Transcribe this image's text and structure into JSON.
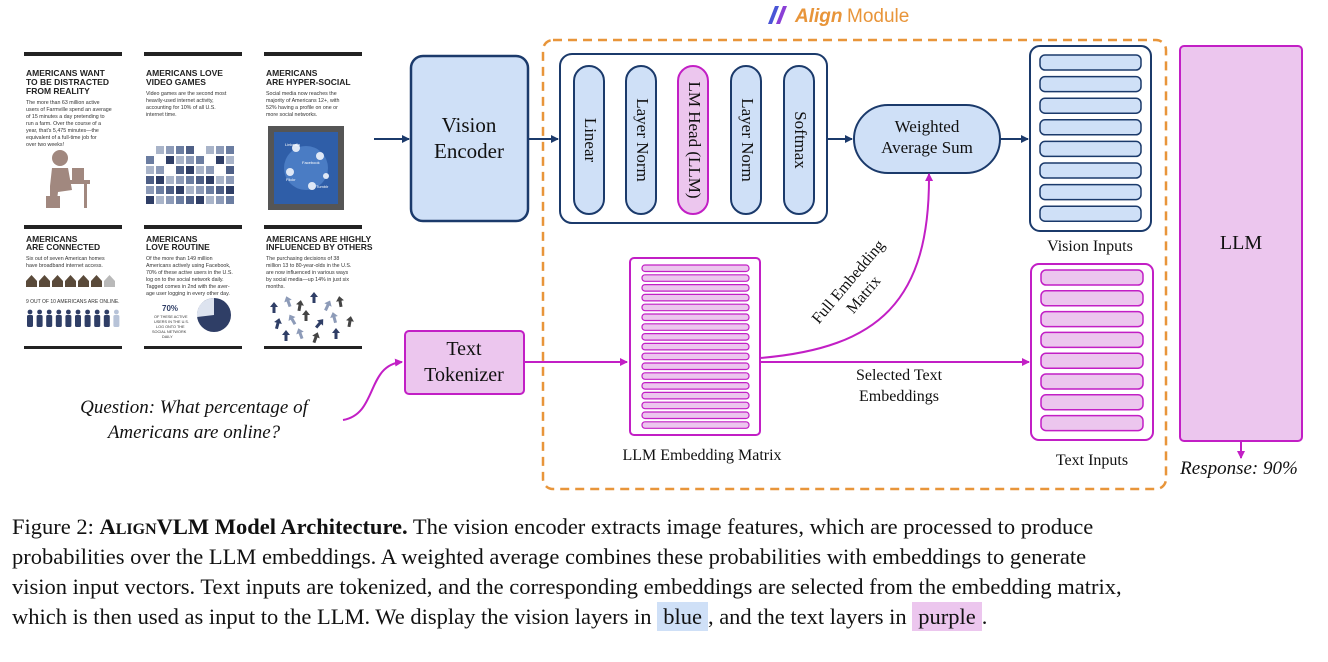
{
  "align_module": {
    "brand": "Align",
    "suffix": " Module"
  },
  "infographic": {
    "panels": [
      {
        "title": [
          "AMERICANS WANT",
          "TO BE DISTRACTED",
          "FROM REALITY"
        ],
        "body": [
          "The more than 63 million active",
          "users of Farmville spend an average",
          "of 15 minutes a day pretending to",
          "run a farm. Over the course of a",
          "year, that's 5,475 minutes—the",
          "equivalent of a full-time job for",
          "over two weeks!"
        ]
      },
      {
        "title": [
          "AMERICANS LOVE",
          "VIDEO GAMES"
        ],
        "body": [
          "Video games are the second most",
          "heavily-used internet activity,",
          "accounting for 10% of all U.S.",
          "internet time."
        ]
      },
      {
        "title": [
          "AMERICANS",
          "ARE HYPER-SOCIAL"
        ],
        "body": [
          "Social media now reaches the",
          "majority of Americans 12+, with",
          "52% having a profile on one or",
          "more social networks."
        ]
      },
      {
        "title": [
          "AMERICANS",
          "ARE CONNECTED"
        ],
        "body": [
          "Six out of seven American homes",
          "have broadband internet access."
        ],
        "note": "9 OUT OF 10  AMERICANS ARE ONLINE."
      },
      {
        "title": [
          "AMERICANS",
          "LOVE ROUTINE"
        ],
        "body": [
          "Of the more than 149 million",
          "Americans actively using Facebook,",
          "70% of these active users in the U.S.",
          "log on to the social network daily.",
          "Tagged comes in 2nd with the aver-",
          "age user logging in every other day."
        ],
        "stat": "70%",
        "stat_caption": [
          "OF THESE ACTIVE",
          "USERS IN THE U.S.",
          "LOG ONTO THE",
          "SOCIAL NETWORK",
          "DAILY"
        ]
      },
      {
        "title": [
          "AMERICANS ARE HIGHLY",
          "INFLUENCED BY OTHERS"
        ],
        "body": [
          "The purchasing decisions of 38",
          "million 13 to 80-year-olds in the U.S.",
          "are now influenced in various ways",
          "by social media—up 14% in just six",
          "months."
        ]
      }
    ],
    "social_labels": [
      "LinkedIn",
      "Facebook",
      "Flickr",
      "Tumblr"
    ]
  },
  "question": [
    "Question: What percentage of",
    "Americans are online?"
  ],
  "vision_encoder": [
    "Vision",
    "Encoder"
  ],
  "text_tokenizer": [
    "Text",
    "Tokenizer"
  ],
  "align_layers": [
    "Linear",
    "Layer Norm",
    "LM Head (LLM)",
    "Layer Norm",
    "Softmax"
  ],
  "weighted_sum": [
    "Weighted",
    "Average Sum"
  ],
  "full_embedding": [
    "Full Embedding",
    "Matrix"
  ],
  "selected_text": [
    "Selected Text",
    "Embeddings"
  ],
  "embedding_matrix_label": "LLM Embedding Matrix",
  "vision_inputs_label": "Vision Inputs",
  "text_inputs_label": "Text Inputs",
  "llm_label": "LLM",
  "response": "Response: 90%",
  "colors": {
    "blue_fill": "#cfe0f7",
    "navy": "#1b3a6b",
    "purple_fill": "#ecc6ee",
    "purple": "#c21fc5",
    "orange": "#e8953a"
  },
  "caption": {
    "fig_label": "Figure 2: ",
    "model_name_sc": "Align",
    "model_name_rest": "VLM Model Architecture.",
    "line1": " The vision encoder extracts image features, which are processed to produce",
    "line2": "probabilities over the LLM embeddings. A weighted average combines these probabilities with embeddings to generate",
    "line3": "vision input vectors. Text inputs are tokenized, and the corresponding embeddings are selected from the embedding matrix,",
    "line4_pre": "which is then used as input to the LLM. We display the vision layers in ",
    "blue_word": "blue",
    "line4_mid": ", and the text layers in ",
    "purple_word": "purple",
    "line4_end": "."
  }
}
